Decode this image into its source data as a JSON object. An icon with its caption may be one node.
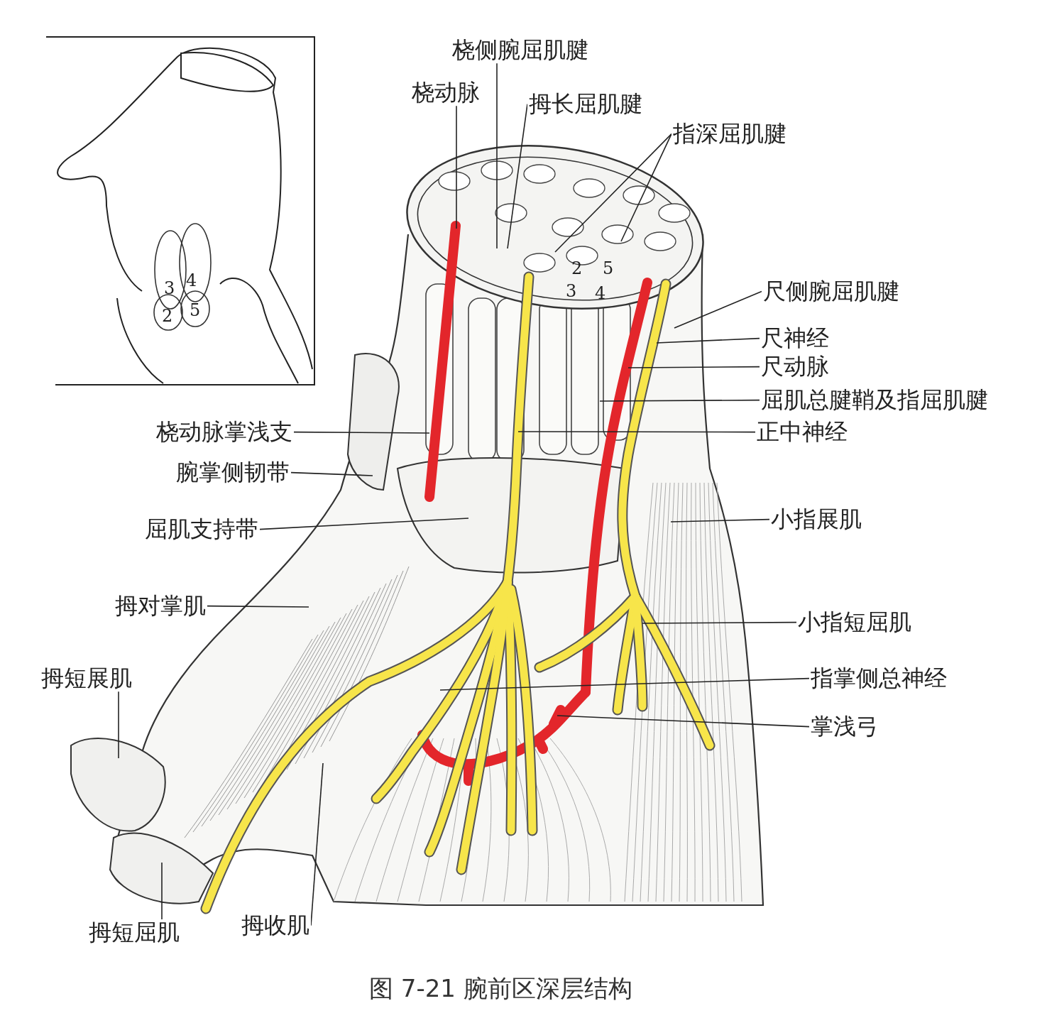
{
  "diagram": {
    "caption": "图 7-21 腕前区深层结构",
    "nodes": [
      {
        "text": [
          "桡侧腕屈肌腱"
        ]
      },
      {
        "text": [
          "桡动脉"
        ]
      },
      {
        "text": [
          "拇长屈肌腱"
        ]
      },
      {
        "text": [
          "指深屈肌腱"
        ]
      },
      {
        "text": [
          "尺侧腕屈肌腱"
        ]
      },
      {
        "text": [
          "尺神经"
        ]
      },
      {
        "text": [
          "尺动脉"
        ]
      },
      {
        "text": [
          "屈肌总腱鞘及指屈肌腱"
        ]
      },
      {
        "text": [
          "正中神经"
        ]
      },
      {
        "text": [
          "桡动脉掌浅支"
        ]
      },
      {
        "text": [
          "腕掌侧韧带"
        ]
      },
      {
        "text": [
          "屈肌支持带"
        ]
      },
      {
        "text": [
          "小指展肌"
        ]
      },
      {
        "text": [
          "拇对掌肌"
        ]
      },
      {
        "text": [
          "小指短屈肌"
        ]
      },
      {
        "text": [
          "拇短展肌"
        ]
      },
      {
        "text": [
          "指掌侧总神经"
        ]
      },
      {
        "text": [
          "掌浅弓"
        ]
      },
      {
        "text": [
          "拇短屈肌"
        ]
      },
      {
        "text": [
          "拇收肌"
        ]
      }
    ],
    "edges": [
      {
        "from": 0,
        "to": null,
        "arrow": "none"
      },
      {
        "from": 1,
        "to": null,
        "arrow": "none"
      },
      {
        "from": 2,
        "to": null,
        "arrow": "none"
      },
      {
        "from": 3,
        "to": null,
        "arrow": "none"
      },
      {
        "from": 3,
        "to": null,
        "arrow": "none"
      },
      {
        "from": 4,
        "to": null,
        "arrow": "none"
      },
      {
        "from": 5,
        "to": null,
        "arrow": "none"
      },
      {
        "from": 6,
        "to": null,
        "arrow": "none"
      },
      {
        "from": 7,
        "to": null,
        "arrow": "none"
      },
      {
        "from": 8,
        "to": null,
        "arrow": "none"
      },
      {
        "from": 9,
        "to": null,
        "arrow": "none"
      },
      {
        "from": 10,
        "to": null,
        "arrow": "none"
      },
      {
        "from": 11,
        "to": null,
        "arrow": "none"
      },
      {
        "from": 12,
        "to": null,
        "arrow": "none"
      },
      {
        "from": 13,
        "to": null,
        "arrow": "none"
      },
      {
        "from": 14,
        "to": null,
        "arrow": "none"
      },
      {
        "from": 15,
        "to": null,
        "arrow": "none"
      },
      {
        "from": 16,
        "to": null,
        "arrow": "none"
      },
      {
        "from": 17,
        "to": null,
        "arrow": "none"
      },
      {
        "from": 18,
        "to": null,
        "arrow": "none"
      },
      {
        "from": 19,
        "to": null,
        "arrow": "none"
      }
    ],
    "labels": [
      "4",
      "3",
      "5",
      "2",
      "2",
      "5",
      "3",
      "4"
    ]
  }
}
